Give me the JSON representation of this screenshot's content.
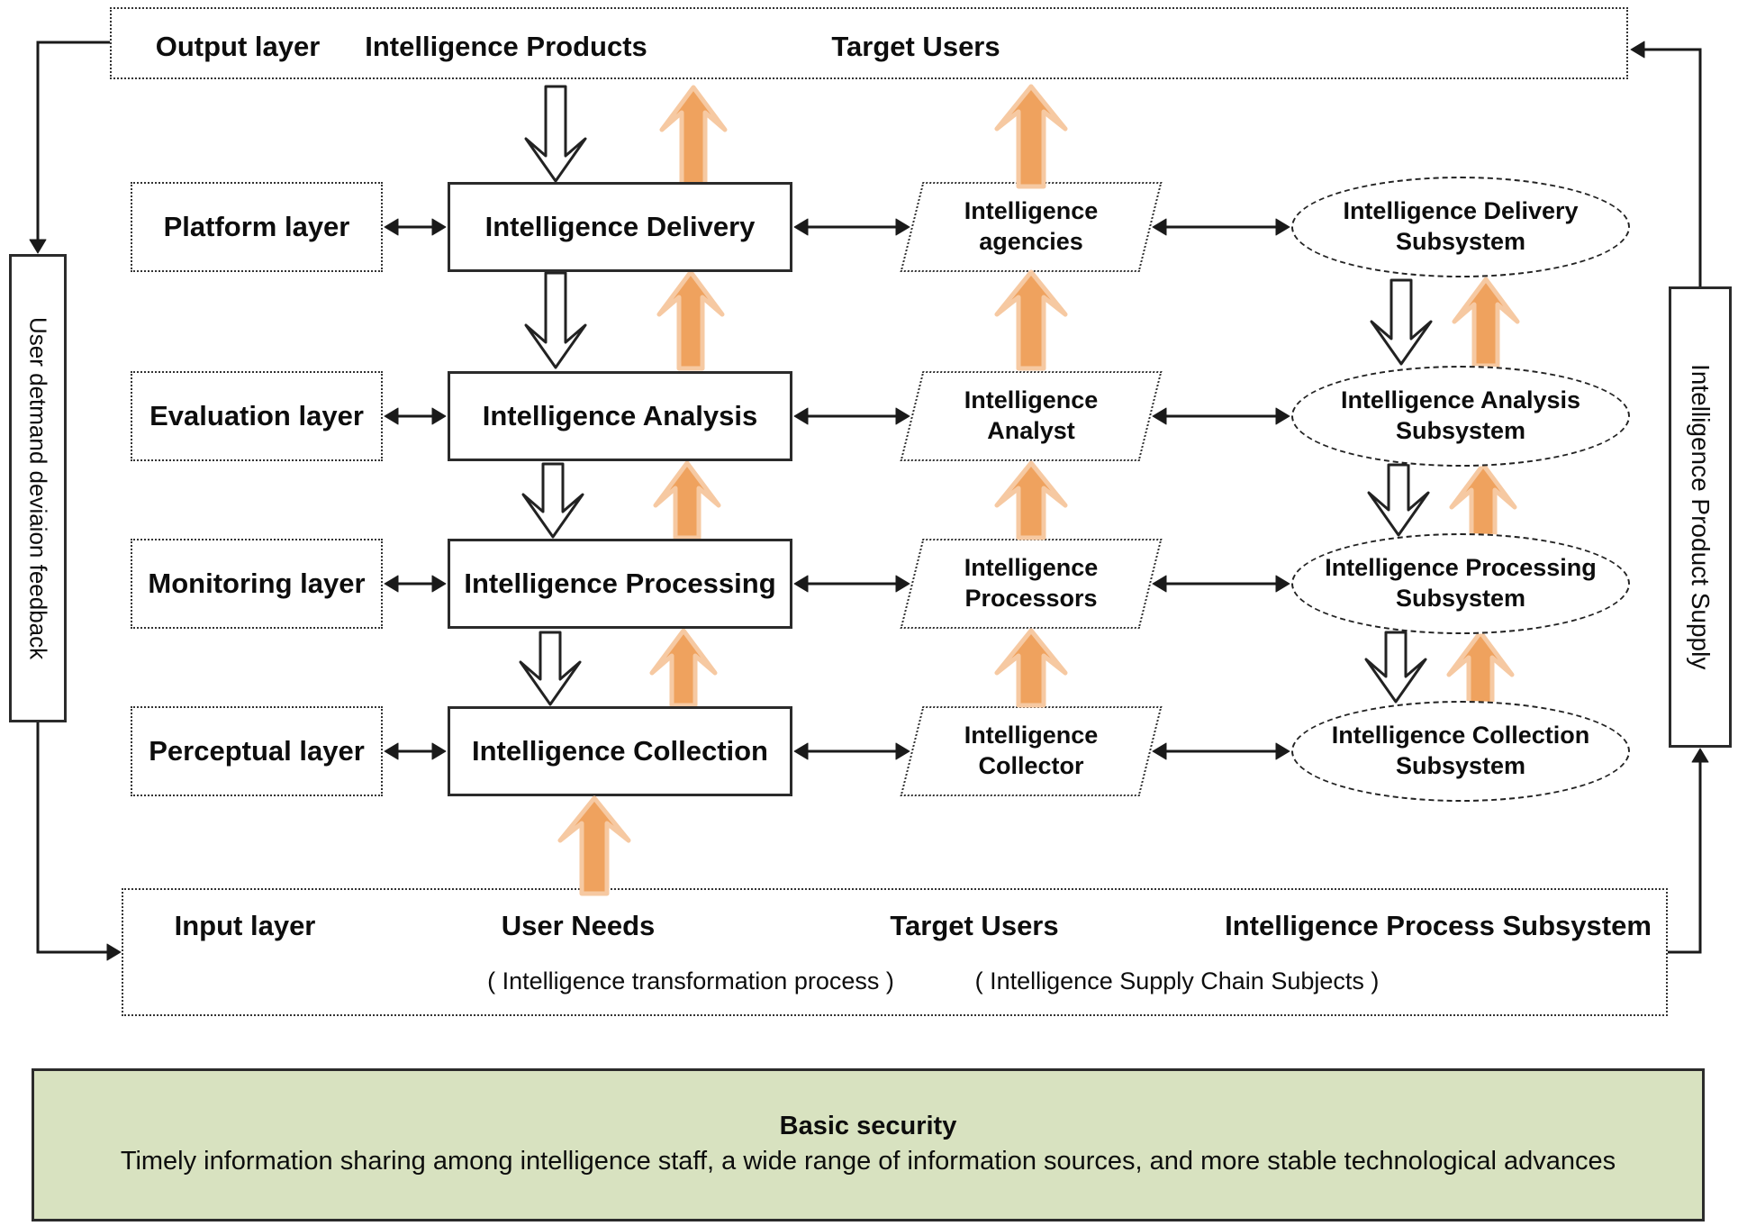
{
  "output_layer": {
    "label": "Output layer",
    "col_products": "Intelligence Products",
    "col_users": "Target Users"
  },
  "left_rail": {
    "label": "User detmand deviaion feedback"
  },
  "right_rail": {
    "label": "Intelligence Product Supply"
  },
  "rows": [
    {
      "layer": "Platform layer",
      "process": "Intelligence Delivery",
      "subject": "Intelligence agencies",
      "subsystem": "Intelligence Delivery Subsystem"
    },
    {
      "layer": "Evaluation layer",
      "process": "Intelligence Analysis",
      "subject": "Intelligence Analyst",
      "subsystem": "Intelligence Analysis Subsystem"
    },
    {
      "layer": "Monitoring layer",
      "process": "Intelligence Processing",
      "subject": "Intelligence Processors",
      "subsystem": "Intelligence Processing Subsystem"
    },
    {
      "layer": "Perceptual layer",
      "process": "Intelligence Collection",
      "subject": "Intelligence Collector",
      "subsystem": "Intelligence Collection Subsystem"
    }
  ],
  "input_layer": {
    "label": "Input layer",
    "col_needs": "User Needs",
    "col_users": "Target Users",
    "col_subsystem": "Intelligence Process Subsystem",
    "caption_process": "( Intelligence transformation process )",
    "caption_subjects": "( Intelligence Supply Chain Subjects )"
  },
  "basic_security": {
    "title": "Basic security",
    "body": "Timely  information sharing among intelligence staff, a wide range of information sources, and more stable technological advances"
  },
  "colors": {
    "arrow_orange": "#EFA25E",
    "arrow_orange_edge": "#F6C9A2",
    "arrow_white": "#FFFFFF",
    "outline_black": "#222222",
    "green_bg": "#D8E2C0"
  }
}
